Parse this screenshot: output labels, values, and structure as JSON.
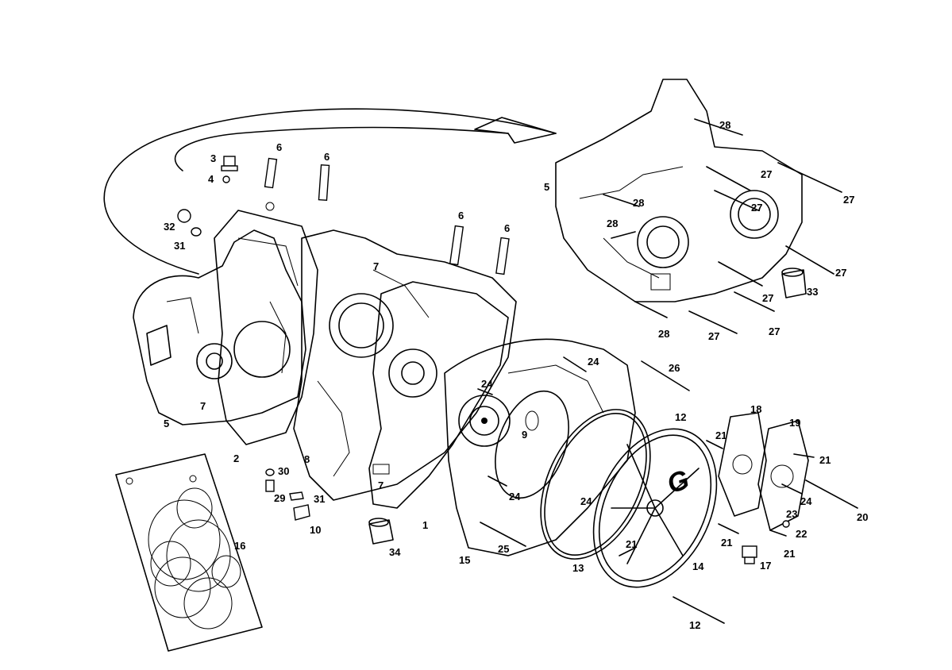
{
  "diagram": {
    "callouts": [
      {
        "id": "c1",
        "text": "1"
      },
      {
        "id": "c2",
        "text": "2"
      },
      {
        "id": "c3",
        "text": "3"
      },
      {
        "id": "c4",
        "text": "4"
      },
      {
        "id": "c5a",
        "text": "5"
      },
      {
        "id": "c5b",
        "text": "5"
      },
      {
        "id": "c6a",
        "text": "6"
      },
      {
        "id": "c6b",
        "text": "6"
      },
      {
        "id": "c6c",
        "text": "6"
      },
      {
        "id": "c6d",
        "text": "6"
      },
      {
        "id": "c7a",
        "text": "7"
      },
      {
        "id": "c7b",
        "text": "7"
      },
      {
        "id": "c7c",
        "text": "7"
      },
      {
        "id": "c8",
        "text": "8"
      },
      {
        "id": "c9",
        "text": "9"
      },
      {
        "id": "c10",
        "text": "10"
      },
      {
        "id": "c12a",
        "text": "12"
      },
      {
        "id": "c12b",
        "text": "12"
      },
      {
        "id": "c13",
        "text": "13"
      },
      {
        "id": "c14",
        "text": "14"
      },
      {
        "id": "c15",
        "text": "15"
      },
      {
        "id": "c16",
        "text": "16"
      },
      {
        "id": "c17",
        "text": "17"
      },
      {
        "id": "c18",
        "text": "18"
      },
      {
        "id": "c19",
        "text": "19"
      },
      {
        "id": "c20",
        "text": "20"
      },
      {
        "id": "c21a",
        "text": "21"
      },
      {
        "id": "c21b",
        "text": "21"
      },
      {
        "id": "c21c",
        "text": "21"
      },
      {
        "id": "c21d",
        "text": "21"
      },
      {
        "id": "c21e",
        "text": "21"
      },
      {
        "id": "c22",
        "text": "22"
      },
      {
        "id": "c23",
        "text": "23"
      },
      {
        "id": "c24a",
        "text": "24"
      },
      {
        "id": "c24b",
        "text": "24"
      },
      {
        "id": "c24c",
        "text": "24"
      },
      {
        "id": "c24d",
        "text": "24"
      },
      {
        "id": "c24e",
        "text": "24"
      },
      {
        "id": "c25",
        "text": "25"
      },
      {
        "id": "c26",
        "text": "26"
      },
      {
        "id": "c27a",
        "text": "27"
      },
      {
        "id": "c27b",
        "text": "27"
      },
      {
        "id": "c27c",
        "text": "27"
      },
      {
        "id": "c27d",
        "text": "27"
      },
      {
        "id": "c27e",
        "text": "27"
      },
      {
        "id": "c27f",
        "text": "27"
      },
      {
        "id": "c27g",
        "text": "27"
      },
      {
        "id": "c28a",
        "text": "28"
      },
      {
        "id": "c28b",
        "text": "28"
      },
      {
        "id": "c28c",
        "text": "28"
      },
      {
        "id": "c28d",
        "text": "28"
      },
      {
        "id": "c29",
        "text": "29"
      },
      {
        "id": "c30",
        "text": "30"
      },
      {
        "id": "c31a",
        "text": "31"
      },
      {
        "id": "c31b",
        "text": "31"
      },
      {
        "id": "c32",
        "text": "32"
      },
      {
        "id": "c33",
        "text": "33"
      },
      {
        "id": "c34",
        "text": "34"
      }
    ],
    "cover_logo": "G"
  },
  "colors": {
    "ink": "#000000",
    "paper": "#ffffff"
  }
}
